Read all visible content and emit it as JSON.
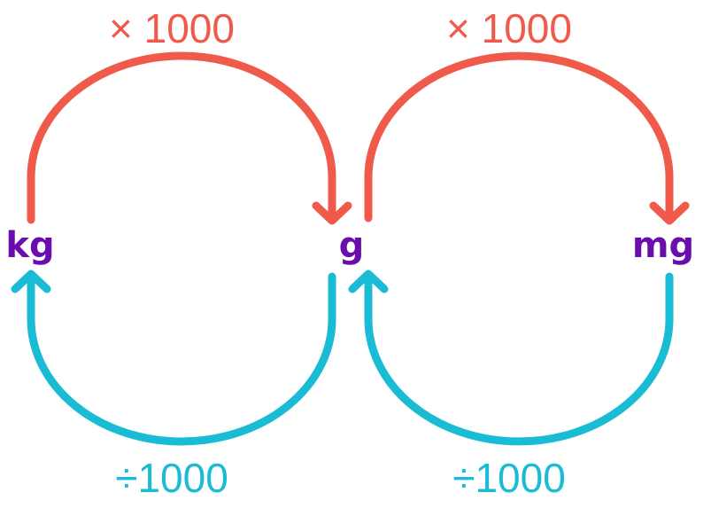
{
  "colors": {
    "multiply": "#ef5a4b",
    "divide": "#19bcd4",
    "unit": "#6a0dad",
    "background": "#ffffff"
  },
  "units": {
    "kg": "kg",
    "g": "g",
    "mg": "mg"
  },
  "operations": {
    "kg_to_g": "× 1000",
    "g_to_mg": "× 1000",
    "g_to_kg": "÷1000",
    "mg_to_g": "÷1000"
  }
}
